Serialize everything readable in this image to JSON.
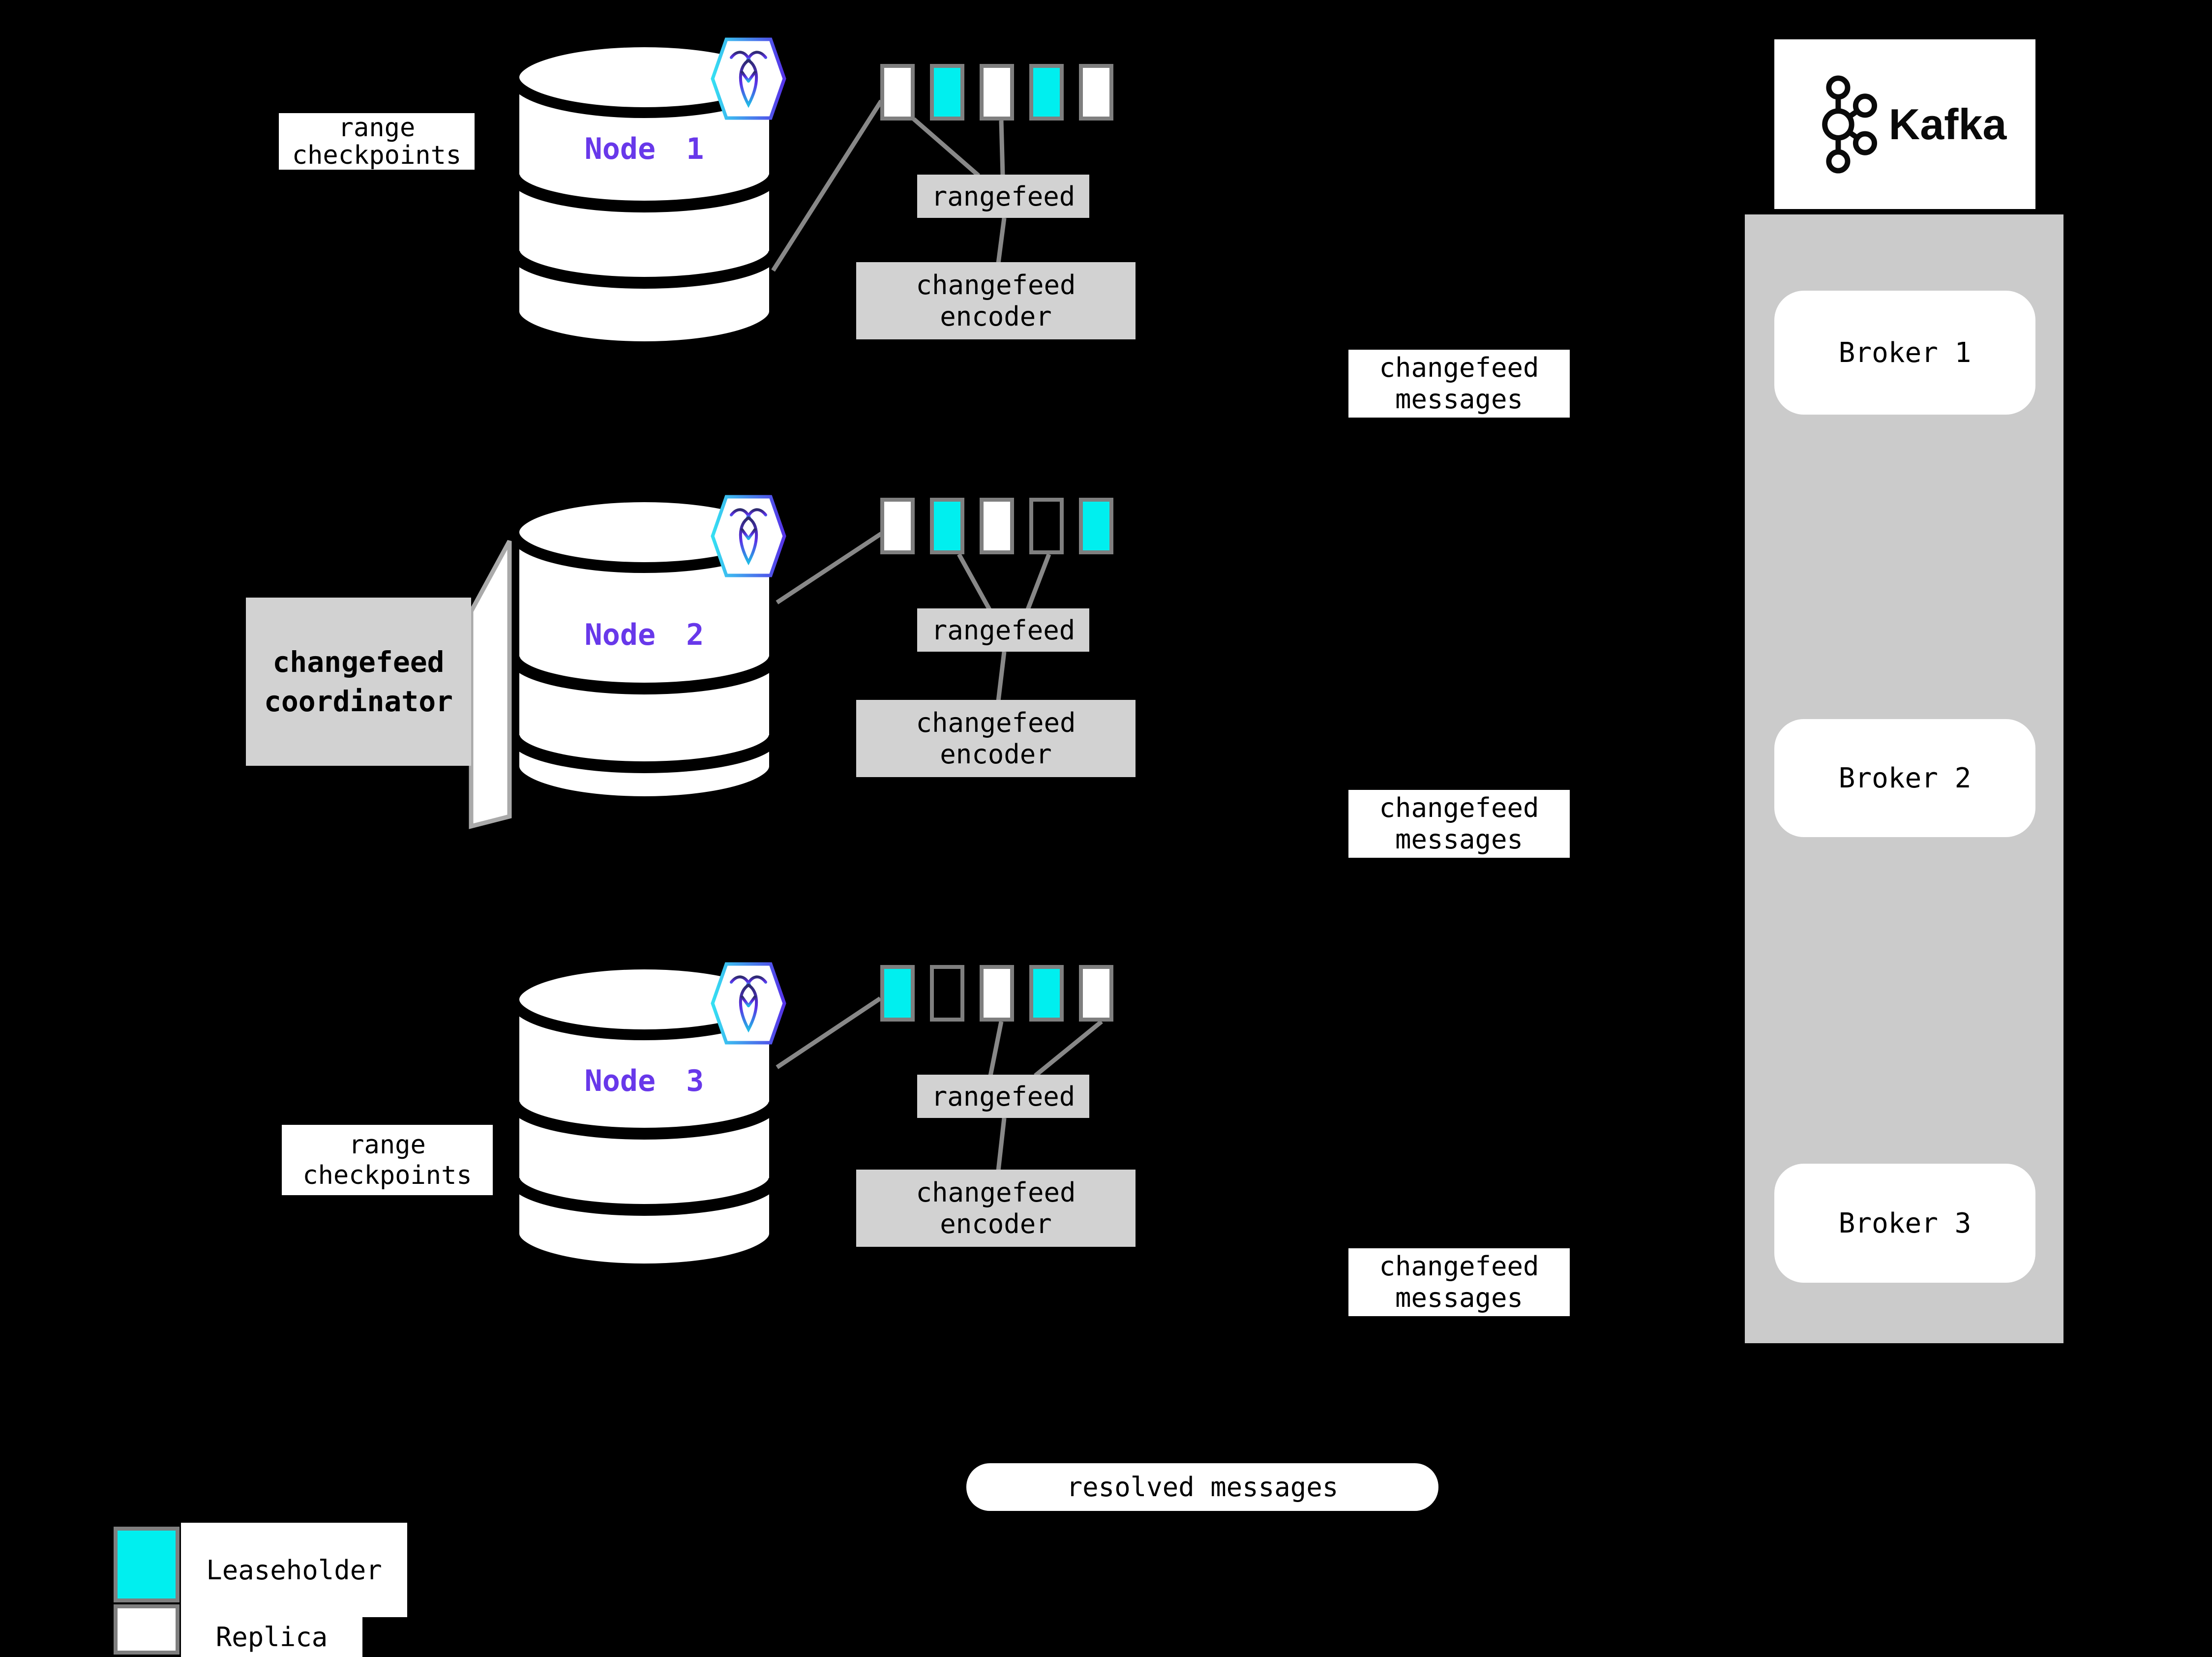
{
  "colors": {
    "background": "#000000",
    "leaseholder": "#00efef",
    "replica": "#ffffff",
    "outline": "transparent",
    "range_border": "#7f7f7f",
    "gray_box": "#d2d2d2",
    "kafka_container": "#cbcbcb",
    "connector": "#888888",
    "node_label": "#6838ea",
    "hex_border_left": "#35e0f2",
    "hex_border_right": "#5633e8"
  },
  "nodes": [
    {
      "name": "Node 1",
      "ranges": [
        "replica",
        "leaseholder",
        "replica",
        "leaseholder",
        "replica"
      ]
    },
    {
      "name": "Node 2",
      "ranges": [
        "replica",
        "leaseholder",
        "replica",
        "outline",
        "leaseholder"
      ]
    },
    {
      "name": "Node 3",
      "ranges": [
        "leaseholder",
        "outline",
        "replica",
        "leaseholder",
        "replica"
      ]
    }
  ],
  "labels": {
    "range_checkpoints": {
      "line1": "range",
      "line2": "checkpoints"
    },
    "coordinator": {
      "line1": "changefeed",
      "line2": "coordinator"
    },
    "rangefeed": "rangefeed",
    "encoder": {
      "line1": "changefeed",
      "line2": "encoder"
    },
    "messages": {
      "line1": "changefeed",
      "line2": "messages"
    },
    "resolved": "resolved messages"
  },
  "kafka": {
    "title": "Kafka",
    "brokers": [
      "Broker 1",
      "Broker 2",
      "Broker 3"
    ]
  },
  "legend": [
    {
      "label": "Leaseholder",
      "type": "leaseholder"
    },
    {
      "label": "Replica",
      "type": "replica"
    }
  ]
}
